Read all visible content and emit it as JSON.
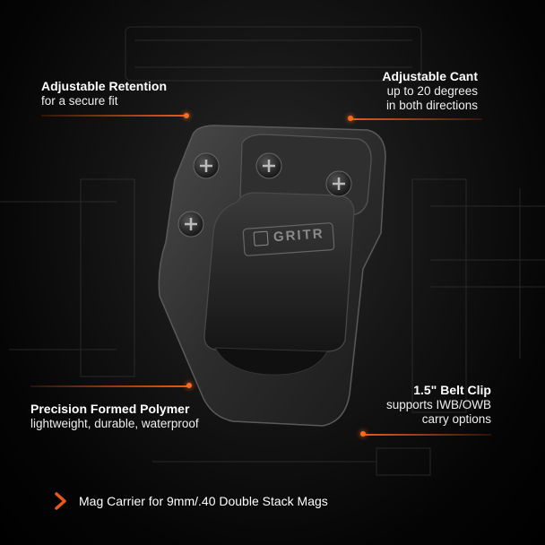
{
  "callouts": {
    "retention": {
      "title": "Adjustable Retention",
      "sub": "for a secure fit"
    },
    "cant": {
      "title": "Adjustable Cant",
      "sub1": "up to 20 degrees",
      "sub2": "in both directions"
    },
    "polymer": {
      "title": "Precision Formed Polymer",
      "sub": "lightweight, durable, waterproof"
    },
    "clip": {
      "title": "1.5\" Belt Clip",
      "sub1": "supports IWB/OWB",
      "sub2": "carry options"
    }
  },
  "footer": {
    "text": "Mag Carrier for 9mm/.40 Double Stack Mags"
  },
  "brand": {
    "logo_text": "GRITR"
  },
  "colors": {
    "accent": "#e85a18",
    "background": "#000000",
    "text": "#ffffff"
  },
  "icons": {
    "footer_bullet": "chevron-right-icon"
  }
}
